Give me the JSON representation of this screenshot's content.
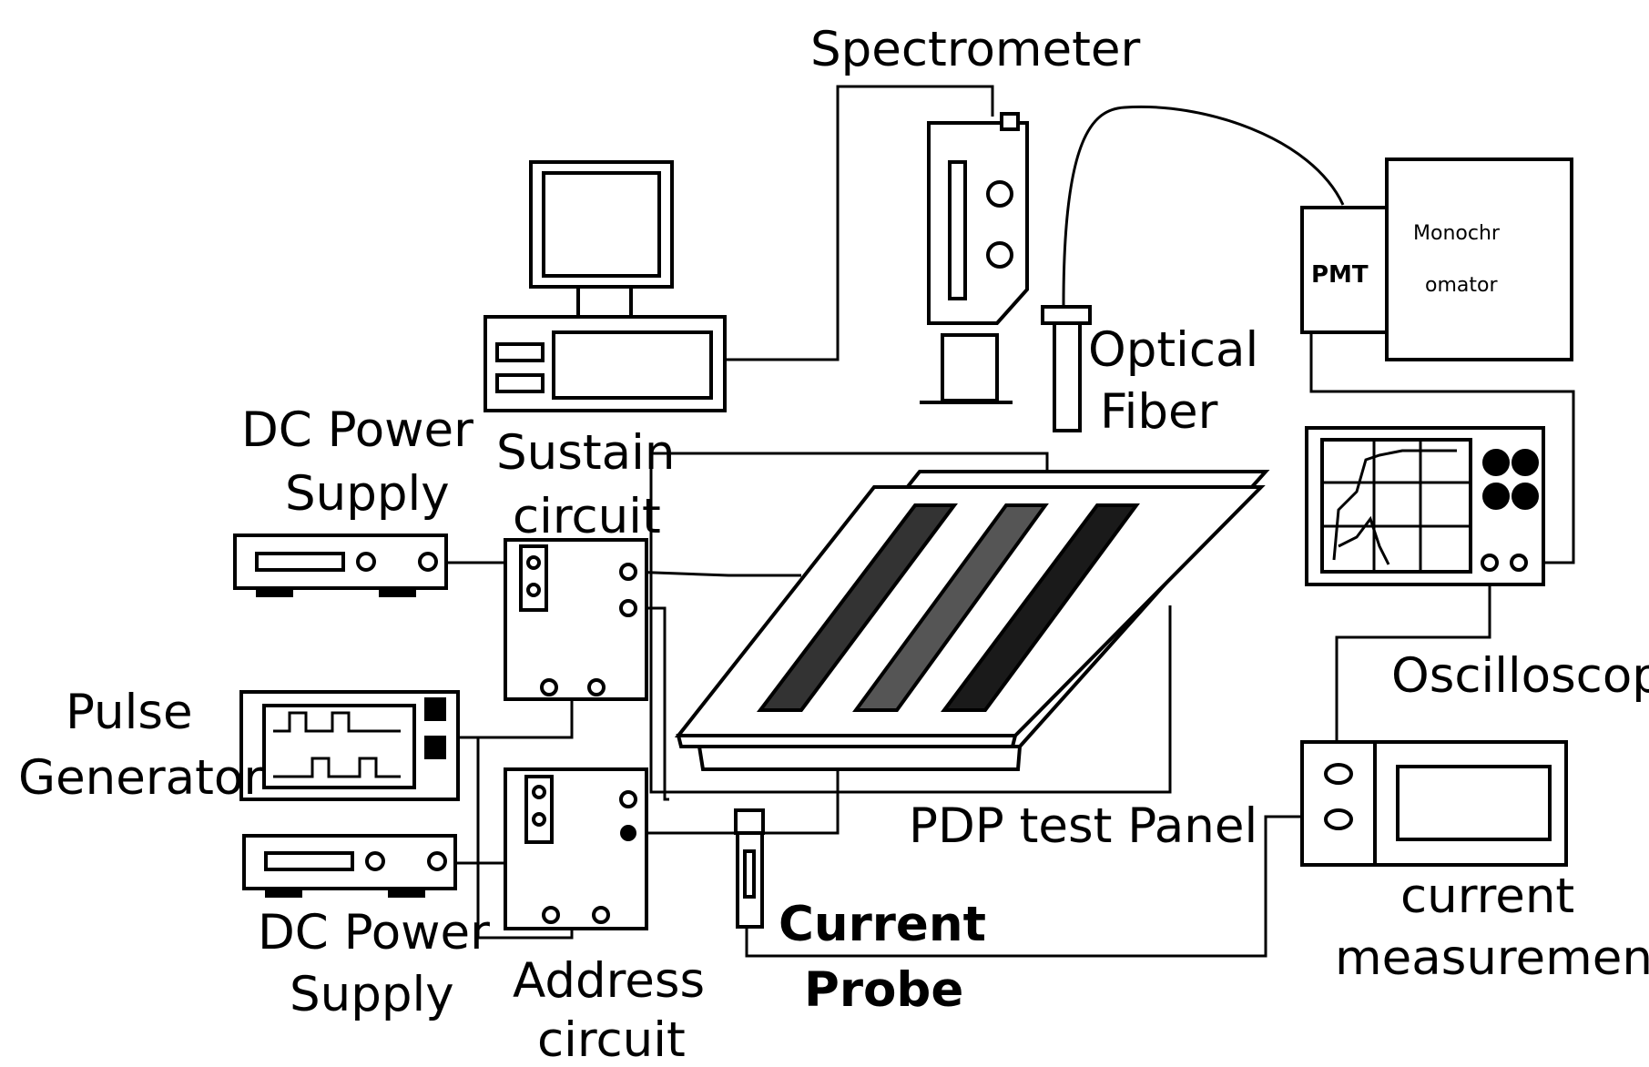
{
  "labels": {
    "spectrometer": "Spectrometer",
    "optical_fiber_line1": "Optical",
    "optical_fiber_line2": "Fiber",
    "pmt": "PMT",
    "monochromator_line1": "Monochr",
    "monochromator_line2": "omator",
    "dc_power_top_line1": "DC Power",
    "dc_power_top_line2": "Supply",
    "sustain_line1": "Sustain",
    "sustain_line2": "circuit",
    "pulse_line1": "Pulse",
    "pulse_line2": "Generator",
    "dc_power_bottom_line1": "DC Power",
    "dc_power_bottom_line2": "Supply",
    "address_line1": "Address",
    "address_line2": "circuit",
    "current_probe_line1": "Current",
    "current_probe_line2": "Probe",
    "pdp_panel": "PDP test Panel",
    "oscilloscope": "Oscilloscope",
    "current_measurement_line1": "current",
    "current_measurement_line2": "measurement"
  },
  "colors": {
    "line": "#000000",
    "background": "#ffffff",
    "electrode_dark": "#1a1a1a",
    "electrode_mid": "#555555",
    "electrode_left": "#333333"
  }
}
